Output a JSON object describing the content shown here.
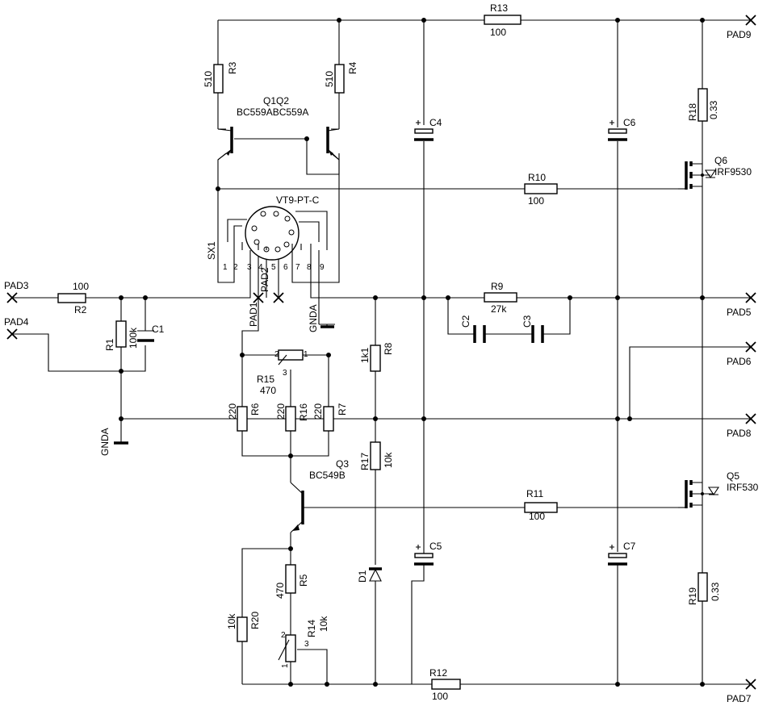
{
  "pads": {
    "pad3": "PAD3",
    "pad4": "PAD4",
    "pad1": "PAD1",
    "pad2": "PAD2",
    "pad5": "PAD5",
    "pad6": "PAD6",
    "pad7": "PAD7",
    "pad8": "PAD8",
    "pad9": "PAD9"
  },
  "nets": {
    "gnda_left": "GNDA",
    "gnda_tube": "GNDA"
  },
  "socket": {
    "name": "VT9-PT-C",
    "ref": "SX1",
    "pins": [
      "1",
      "2",
      "3",
      "4",
      "5",
      "6",
      "7",
      "8",
      "9"
    ]
  },
  "resistors": {
    "r1": {
      "ref": "R1",
      "value": "100k"
    },
    "r2": {
      "ref": "R2",
      "value": "100"
    },
    "r3": {
      "ref": "R3",
      "value": "510"
    },
    "r4": {
      "ref": "R4",
      "value": "510"
    },
    "r5": {
      "ref": "R5",
      "value": "470"
    },
    "r6": {
      "ref": "R6",
      "value": "220"
    },
    "r7": {
      "ref": "R7",
      "value": "220"
    },
    "r8": {
      "ref": "R8",
      "value": "1k1"
    },
    "r9": {
      "ref": "R9",
      "value": "27k"
    },
    "r10": {
      "ref": "R10",
      "value": "100"
    },
    "r11": {
      "ref": "R11",
      "value": "100"
    },
    "r12": {
      "ref": "R12",
      "value": "100"
    },
    "r13": {
      "ref": "R13",
      "value": "100"
    },
    "r14": {
      "ref": "R14",
      "value": "10k"
    },
    "r15": {
      "ref": "R15",
      "value": "470"
    },
    "r16": {
      "ref": "R16",
      "value": "220"
    },
    "r17": {
      "ref": "R17",
      "value": "10k"
    },
    "r18": {
      "ref": "R18",
      "value": "0.33"
    },
    "r19": {
      "ref": "R19",
      "value": "0.33"
    },
    "r20": {
      "ref": "R20",
      "value": "10k"
    }
  },
  "capacitors": {
    "c1": "C1",
    "c2": "C2",
    "c3": "C3",
    "c4": "C4",
    "c5": "C5",
    "c6": "C6",
    "c7": "C7"
  },
  "diode": {
    "ref": "D1"
  },
  "pot_pins": {
    "p1": "1",
    "p2": "2",
    "p3": "3"
  },
  "transistors": {
    "q1q2": {
      "ref": "Q1Q2",
      "value": "BC559ABC559A"
    },
    "q3": {
      "ref": "Q3",
      "value": "BC549B"
    },
    "q5": {
      "ref": "Q5",
      "value": "IRF530"
    },
    "q6": {
      "ref": "Q6",
      "value": "IRF9530"
    }
  }
}
